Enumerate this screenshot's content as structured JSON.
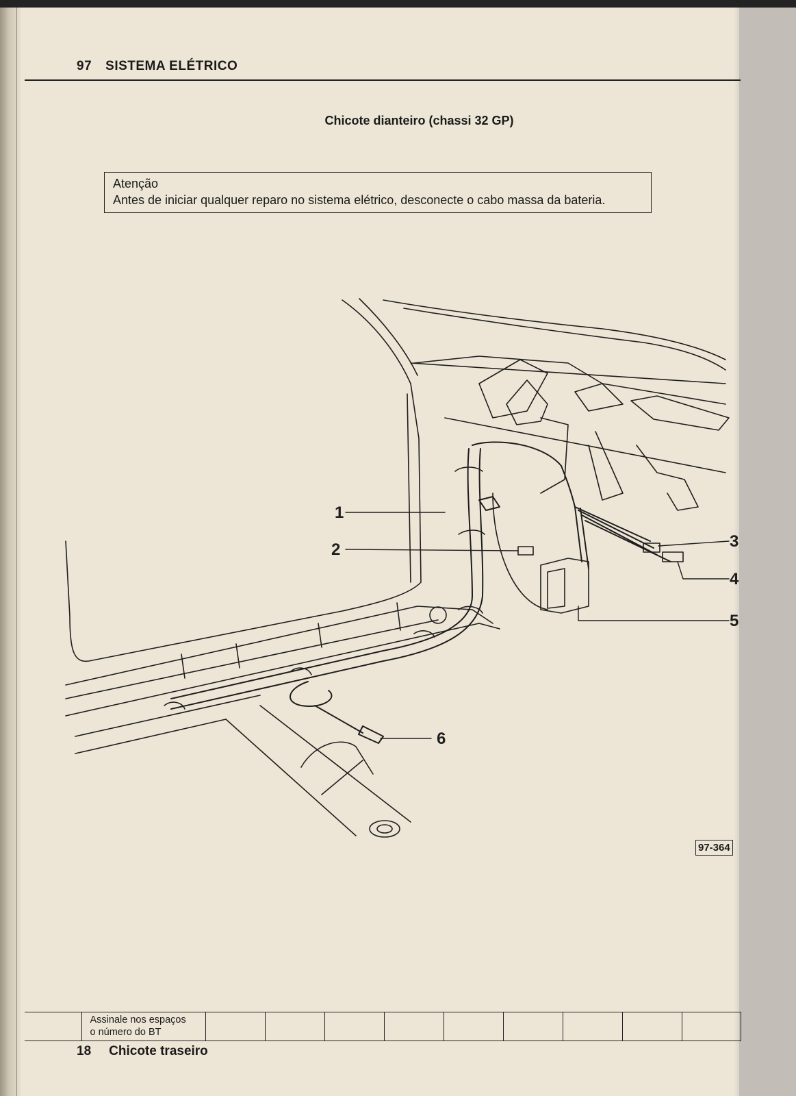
{
  "header": {
    "section_number": "97",
    "section_title": "SISTEMA ELÉTRICO"
  },
  "page_title": "Chicote dianteiro (chassi 32 GP)",
  "attention": {
    "heading": "Atenção",
    "text": "Antes de iniciar qualquer reparo no sistema elétrico, desconecte o cabo massa da bateria."
  },
  "figure": {
    "callouts": [
      "1",
      "2",
      "3",
      "4",
      "5",
      "6"
    ],
    "number": "97-364"
  },
  "footer_table": {
    "label_line1": "Assinale nos espaços",
    "label_line2": "o número do BT",
    "blank_cells": 9
  },
  "footer": {
    "section_number": "18",
    "section_title": "Chicote traseiro"
  }
}
